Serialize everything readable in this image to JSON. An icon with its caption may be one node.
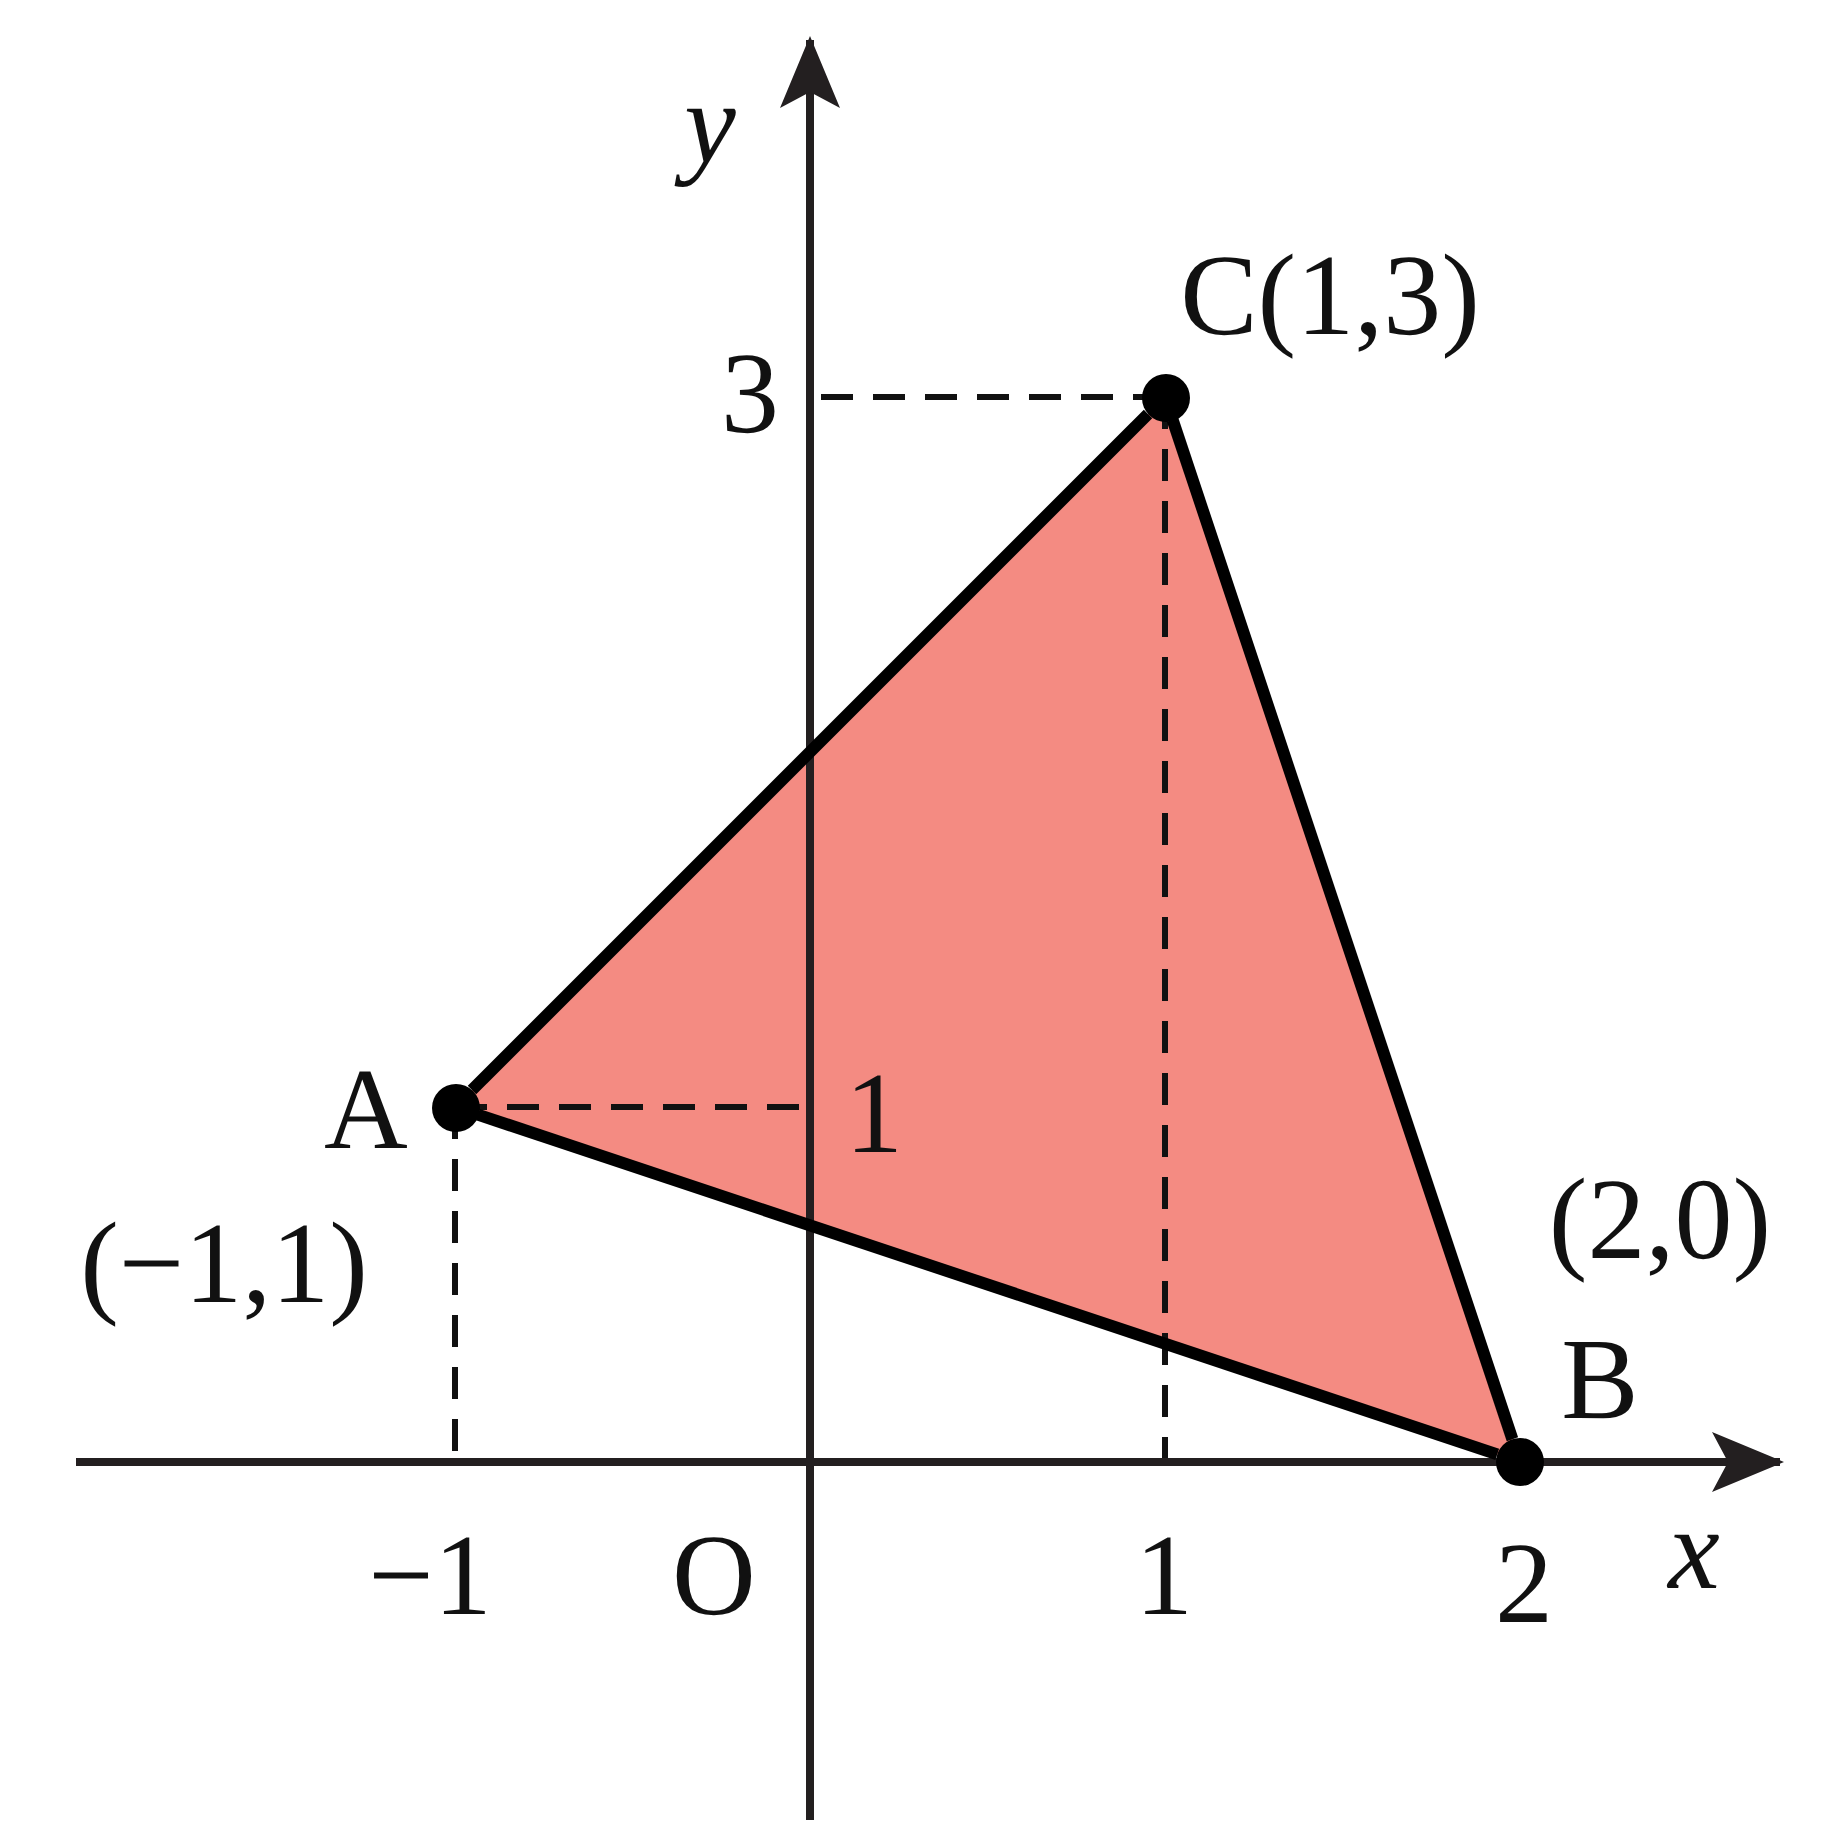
{
  "diagram": {
    "nodes": [
      {
        "text": [
          "A",
          "(−1,1)"
        ]
      },
      {
        "text": [
          "C(1,3)"
        ]
      },
      {
        "text": [
          "(2,0)",
          "B"
        ]
      }
    ],
    "edges": [
      {
        "from": 0,
        "to": 1,
        "arrow": "none"
      },
      {
        "from": 1,
        "to": 2,
        "arrow": "none"
      },
      {
        "from": 2,
        "to": 0,
        "arrow": "none"
      }
    ],
    "labels": [
      "y",
      "3",
      "1",
      "−1",
      "O",
      "1",
      "2",
      "x"
    ]
  }
}
